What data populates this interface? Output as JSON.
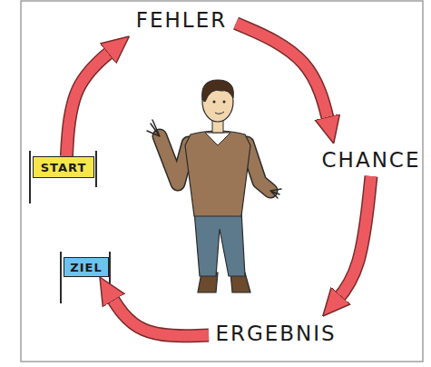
{
  "diagram": {
    "nodes": [
      {
        "text": [
          "FEHLER"
        ]
      },
      {
        "text": [
          "CHANCE"
        ]
      },
      {
        "text": [
          "START"
        ]
      },
      {
        "text": [
          "ZIEL"
        ]
      },
      {
        "text": [
          "ERGEBNIS"
        ]
      }
    ],
    "edges": [
      {
        "from": 2,
        "to": 0,
        "arrow": "to"
      },
      {
        "from": 0,
        "to": 1,
        "arrow": "to"
      },
      {
        "from": 1,
        "to": 4,
        "arrow": "to"
      },
      {
        "from": 4,
        "to": 3,
        "arrow": "to"
      }
    ]
  }
}
